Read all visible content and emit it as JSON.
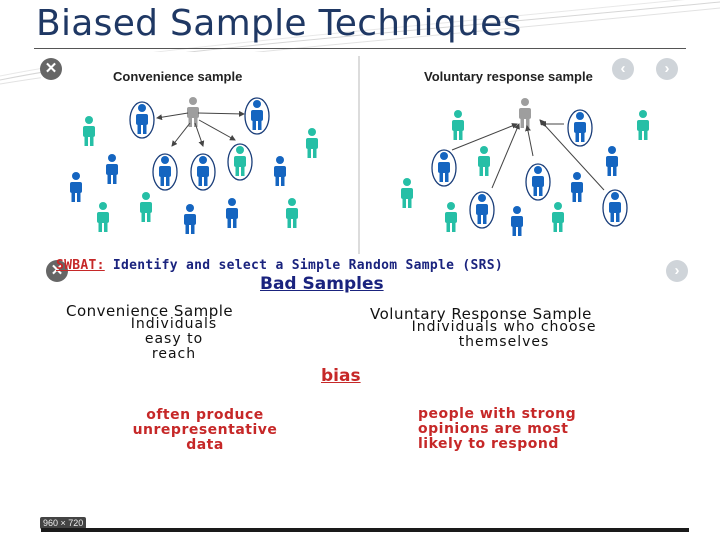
{
  "slide": {
    "title": "Biased Sample Techniques"
  },
  "top_panel": {
    "left_title": "Convenience sample",
    "right_title": "Voluntary response sample",
    "colors": {
      "selected": "#1565c0",
      "other": "#26bfa6",
      "researcher": "#9e9e9e",
      "arrow": "#444444"
    }
  },
  "lower": {
    "swbat_prefix": "SWBAT:",
    "swbat_text": "Identify and select a Simple Random Sample (SRS)",
    "heading": "Bad Samples",
    "conv_title": "Convenience Sample",
    "conv_desc": [
      "Individuals",
      "easy to",
      "reach"
    ],
    "vol_title": "Voluntary Response Sample",
    "vol_desc": [
      "Individuals who choose",
      "themselves"
    ],
    "bias_label": "bias",
    "conv_note": [
      "often produce",
      "unrepresentative",
      "data"
    ],
    "vol_note": [
      "people with strong",
      "opinions are most",
      "likely to respond"
    ],
    "size_badge": "960 × 720"
  },
  "nav": {
    "close": "✕",
    "prev": "‹",
    "next": "›"
  }
}
